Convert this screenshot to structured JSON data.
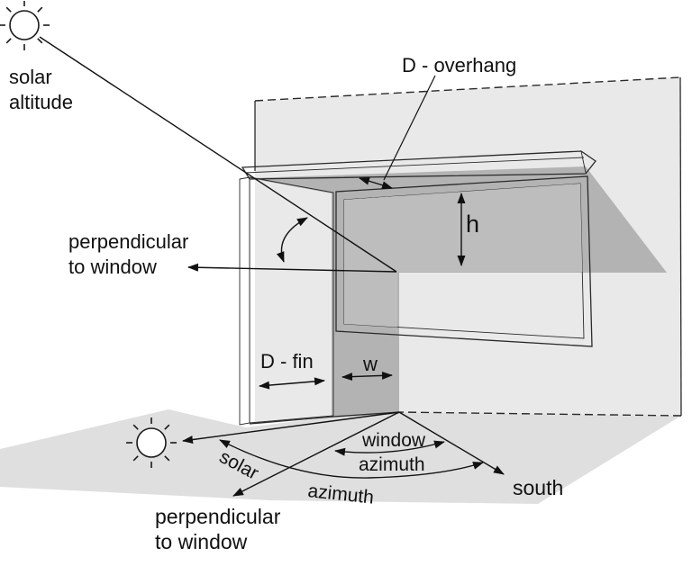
{
  "figure": {
    "title_implicit": "Window shading geometry: solar altitude and azimuth angles relative to a window with overhang and fin",
    "labels": {
      "solar_altitude_line1": "solar",
      "solar_altitude_line2": "altitude",
      "d_overhang": "D - overhang",
      "h": "h",
      "d_fin": "D - fin",
      "w": "w",
      "perpendicular_upper_line1": "perpendicular",
      "perpendicular_upper_line2": "to window",
      "window_azimuth_line1": "window",
      "window_azimuth_line2": "azimuth",
      "solar_azimuth_word1": "solar",
      "solar_azimuth_word2": "azimuth",
      "south": "south",
      "perpendicular_lower_line1": "perpendicular",
      "perpendicular_lower_line2": "to window"
    },
    "icons": {
      "sun_upper": "sun-icon",
      "sun_lower": "sun-icon"
    },
    "colors": {
      "background": "#ffffff",
      "ground_shadow": "#dfdfdf",
      "wall": "#e9e9e9",
      "wall_shadow": "#b3b3b3",
      "window_frame": "#f1f1f1",
      "pane_lit": "#d9d9d9",
      "pane_shadow": "#bdbdbd",
      "fin_face": "#9f9f9f",
      "fin_edge": "#d6d6d6",
      "overhang": "#e3e3e3",
      "sun_fill": "#ffffff",
      "line": "#111111"
    }
  }
}
